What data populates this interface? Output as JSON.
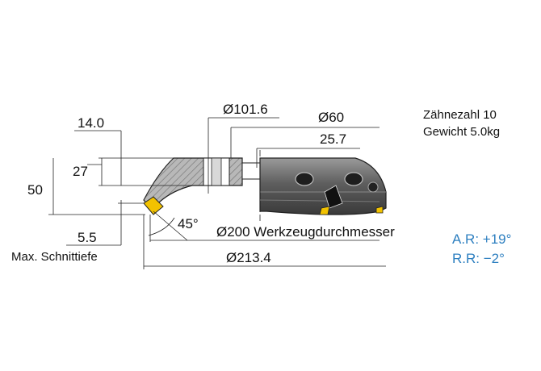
{
  "specs": {
    "teeth": "Zähnezahl 10",
    "weight": "Gewicht 5.0kg"
  },
  "angles": {
    "axial_rake": "A.R: +19°",
    "radial_rake": "R.R: −2°"
  },
  "dimensions": {
    "d101": "Ø101.6",
    "d60": "Ø60",
    "d25": "25.7",
    "d14": "14.0",
    "d27": "27",
    "d50": "50",
    "d5_5": "5.5",
    "angle45": "45°",
    "d200": "Ø200 Werkzeugdurchmesser",
    "d213": "Ø213.4"
  },
  "labels": {
    "max_depth": "Max. Schnittiefe"
  },
  "colors": {
    "body": "#6e6e6e",
    "section_hatch": "#9a9a9a",
    "insert": "#f2c200",
    "accent": "#2d7fc0"
  }
}
